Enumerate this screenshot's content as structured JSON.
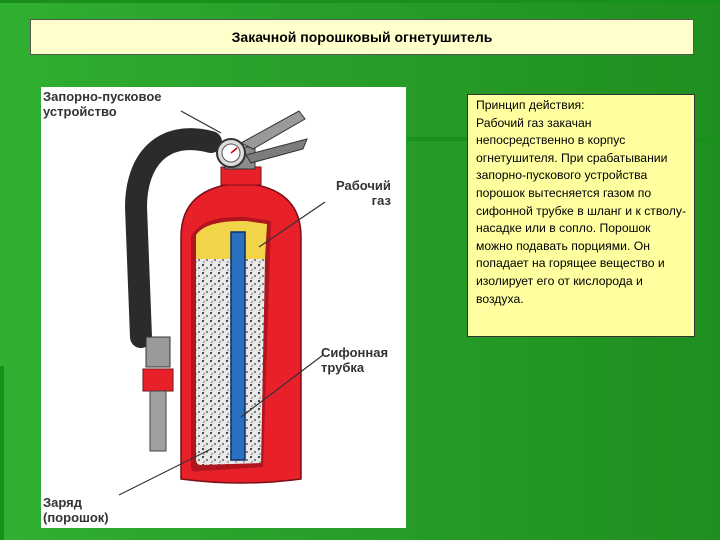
{
  "title": "Закачной порошковый огнетушитель",
  "description": {
    "heading": "Принцип действия:",
    "text": "Рабочий газ закачан непосредственно в корпус огнетушителя. При срабатывании запорно-пускового устройства порошок вытесняется газом по сифонной трубке в шланг и к стволу-насадке или в сопло. Порошок можно подавать порциями. Он попадает на горящее вещество и изолирует его от кислорода и воздуха."
  },
  "diagram": {
    "labels": {
      "valve": "Запорно-пусковое\nустройство",
      "gas": "Рабочий\nгаз",
      "siphon": "Сифонная\nтрубка",
      "charge": "Заряд\n(порошок)"
    },
    "colors": {
      "body": "#e8202a",
      "body_dark": "#b0141c",
      "gas": "#f2d44a",
      "powder": "#e8e8e8",
      "siphon_tube": "#2a6fc0",
      "hose": "#2b2b2b",
      "valve_metal": "#8c8c8c"
    }
  }
}
